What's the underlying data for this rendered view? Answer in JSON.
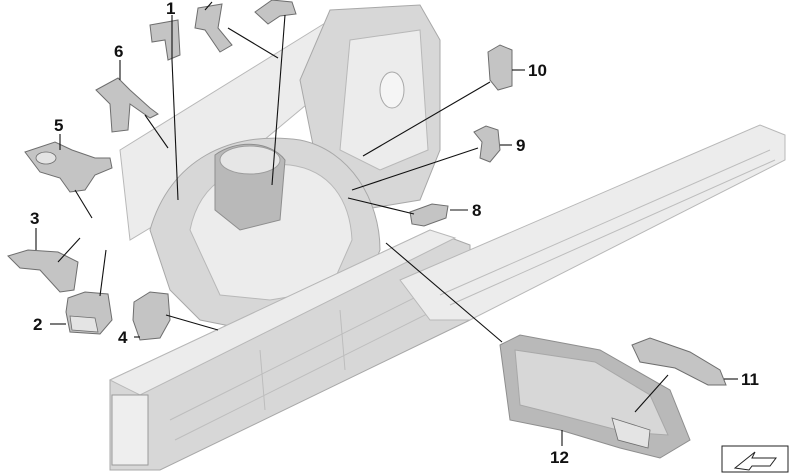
{
  "callouts": [
    {
      "id": "1",
      "label": "1"
    },
    {
      "id": "2",
      "label": "2"
    },
    {
      "id": "3",
      "label": "3"
    },
    {
      "id": "4",
      "label": "4"
    },
    {
      "id": "5",
      "label": "5"
    },
    {
      "id": "6",
      "label": "6"
    },
    {
      "id": "8",
      "label": "8"
    },
    {
      "id": "9",
      "label": "9"
    },
    {
      "id": "10",
      "label": "10"
    },
    {
      "id": "11",
      "label": "11"
    },
    {
      "id": "12",
      "label": "12"
    }
  ],
  "colors": {
    "body_panel": "#d7d7d7",
    "bracket": "#c4c4c4",
    "callout_text": "#111111"
  }
}
